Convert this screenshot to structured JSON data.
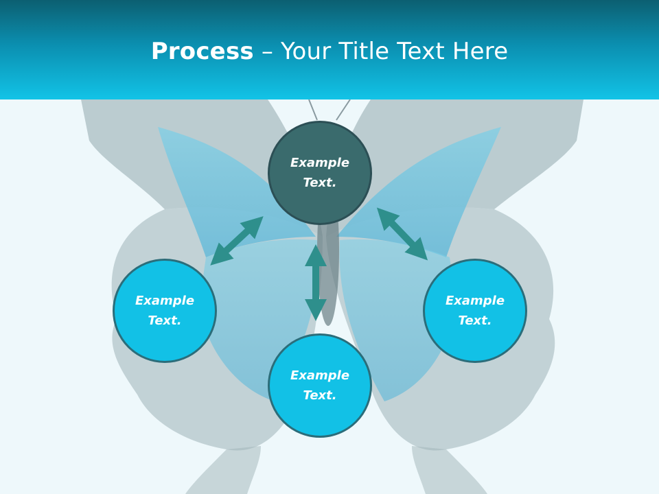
{
  "slide": {
    "title_bold": "Process",
    "title_rest": " – Your Title Text Here"
  },
  "diagram": {
    "center_node": "Example Text.",
    "nodes": [
      {
        "id": "left",
        "text": "Example Text."
      },
      {
        "id": "bottom",
        "text": "Example Text."
      },
      {
        "id": "right",
        "text": "Example Text."
      }
    ]
  },
  "colors": {
    "header_dark": "#0c5f71",
    "header_light": "#12c3e7",
    "center_node": "#3a6b6d",
    "outer_node": "#12c1e6",
    "arrow": "#2e8f8c",
    "background": "#eef8fb"
  },
  "background_image": "butterfly-illustration"
}
